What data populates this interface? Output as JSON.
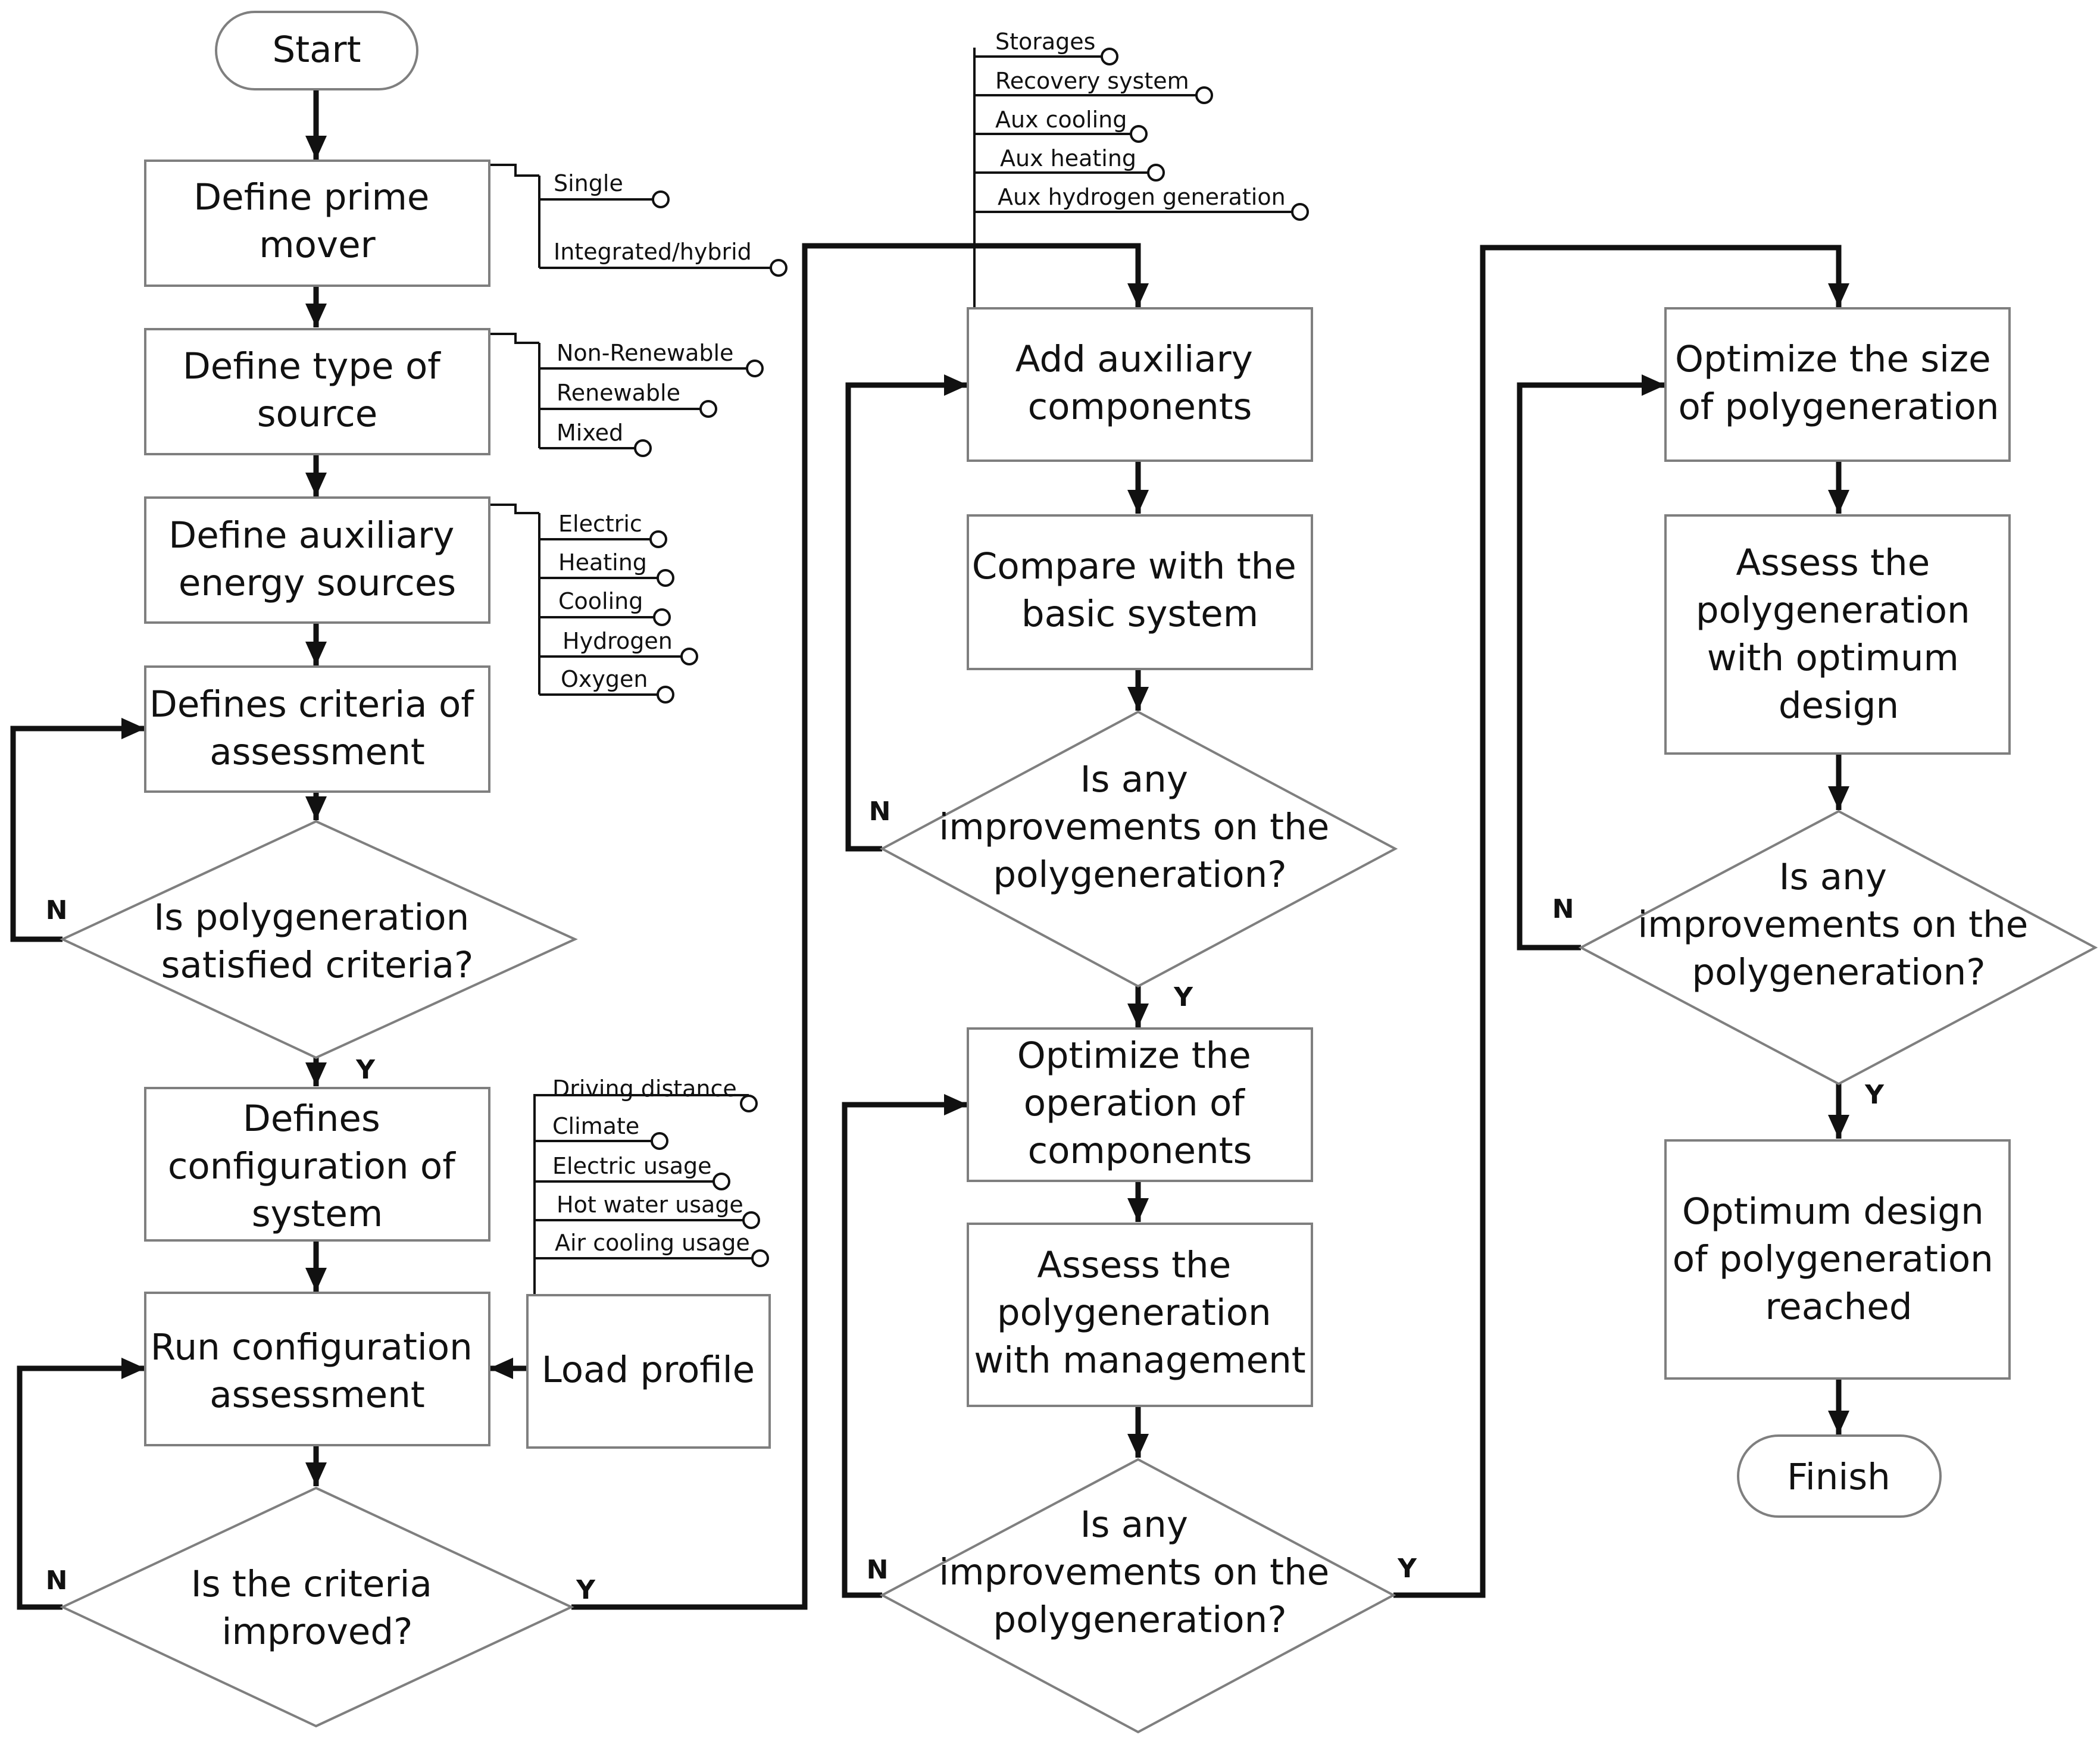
{
  "nodes": {
    "start": [
      "Start"
    ],
    "prime_mover": [
      "Define prime",
      "mover"
    ],
    "source_type": [
      "Define type of",
      "source"
    ],
    "aux_energy": [
      "Define auxiliary",
      "energy sources"
    ],
    "criteria": [
      "Defines criteria of",
      "assessment"
    ],
    "dec_satisfied": [
      "Is polygeneration",
      "satisfied criteria?"
    ],
    "configuration": [
      "Defines",
      "configuration of",
      "system"
    ],
    "run_assessment": [
      "Run configuration",
      "assessment"
    ],
    "load_profile": [
      "Load profile"
    ],
    "dec_criteria_improved": [
      "Is the criteria",
      "improved?"
    ],
    "add_aux": [
      "Add auxiliary",
      "components"
    ],
    "compare_basic": [
      "Compare with the",
      "basic system"
    ],
    "dec_improve_1": [
      "Is any",
      "improvements on the",
      "polygeneration?"
    ],
    "optimize_operation": [
      "Optimize the",
      "operation of",
      "components"
    ],
    "assess_management": [
      "Assess the",
      "polygeneration",
      "with management"
    ],
    "dec_improve_2": [
      "Is any",
      "improvements on the",
      "polygeneration?"
    ],
    "optimize_size": [
      "Optimize the size",
      "of polygeneration"
    ],
    "assess_optimum": [
      "Assess the",
      "polygeneration",
      "with optimum",
      "design"
    ],
    "dec_improve_3": [
      "Is any",
      "improvements on the",
      "polygeneration?"
    ],
    "optimum_reached": [
      "Optimum design",
      "of polygeneration",
      "reached"
    ],
    "finish": [
      "Finish"
    ]
  },
  "options": {
    "prime_mover": [
      "Single",
      "Integrated/hybrid"
    ],
    "source_type": [
      "Non-Renewable",
      "Renewable",
      "Mixed"
    ],
    "aux_energy": [
      "Electric",
      "Heating",
      "Cooling",
      "Hydrogen",
      "Oxygen"
    ],
    "load_profile": [
      "Driving distance",
      "Climate",
      "Electric usage",
      "Hot water usage",
      "Air cooling usage"
    ],
    "aux_components": [
      "Storages",
      "Recovery system",
      "Aux cooling",
      "Aux heating",
      "Aux hydrogen generation"
    ]
  },
  "branch_labels": {
    "yes": "Y",
    "no": "N"
  }
}
